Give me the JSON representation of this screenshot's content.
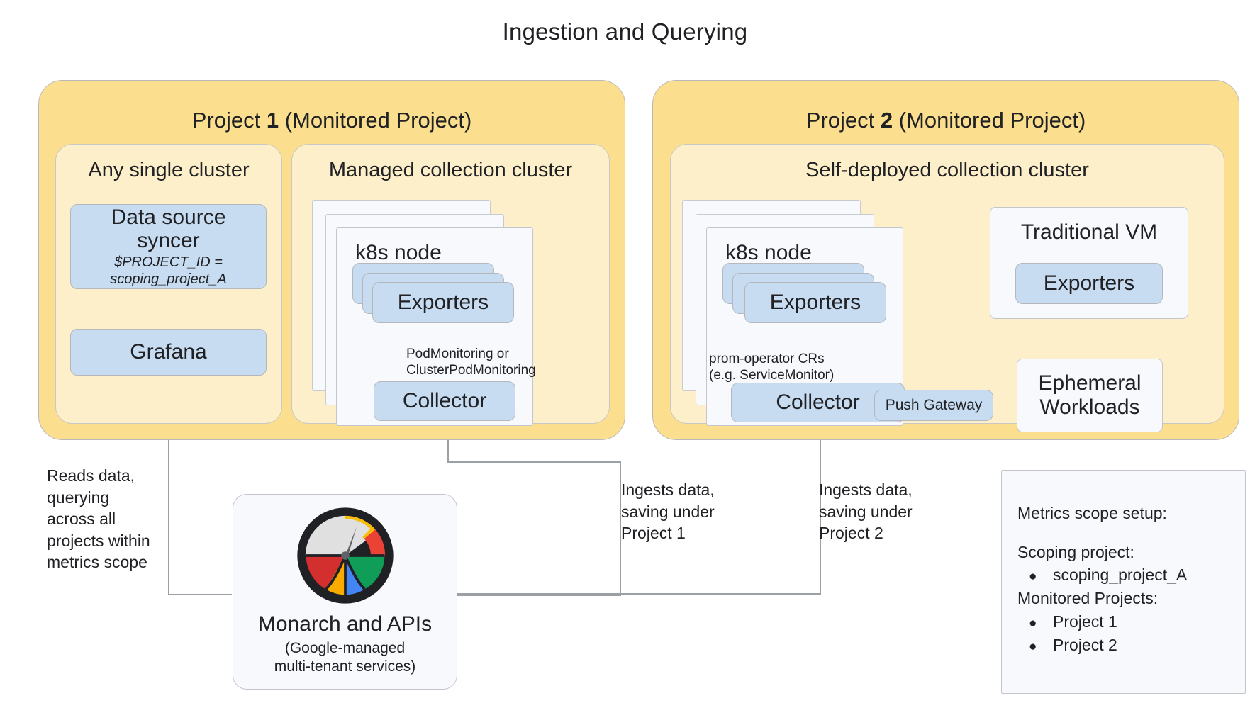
{
  "title": "Ingestion and Querying",
  "projects": [
    {
      "title_prefix": "Project ",
      "number": "1",
      "title_suffix": " (Monitored Project)",
      "clusters": [
        {
          "title": "Any single cluster"
        },
        {
          "title": "Managed collection cluster"
        }
      ]
    },
    {
      "title_prefix": "Project ",
      "number": "2",
      "title_suffix": " (Monitored Project)",
      "clusters": [
        {
          "title": "Self-deployed collection cluster"
        }
      ]
    }
  ],
  "nodes": {
    "data_source_syncer": {
      "label": "Data source\nsyncer",
      "sub": "$PROJECT_ID =\nscoping_project_A"
    },
    "grafana": {
      "label": "Grafana"
    },
    "k8s_node_p1": {
      "label": "k8s node"
    },
    "k8s_node_p2": {
      "label": "k8s node"
    },
    "exporters_p1": {
      "label": "Exporters"
    },
    "exporters_p2": {
      "label": "Exporters"
    },
    "collector_p1": {
      "label": "Collector"
    },
    "collector_p2": {
      "label": "Collector"
    },
    "push_gateway": {
      "label": "Push Gateway"
    },
    "traditional_vm": {
      "label": "Traditional VM"
    },
    "vm_exporters": {
      "label": "Exporters"
    },
    "ephemeral_workloads": {
      "label": "Ephemeral\nWorkloads"
    }
  },
  "edge_labels": {
    "pod_monitoring": "PodMonitoring or\nClusterPodMonitoring",
    "prom_operator": "prom-operator CRs\n(e.g. ServiceMonitor)"
  },
  "flow_labels": {
    "reads": "Reads data,\nquerying\nacross all\nprojects within\nmetrics scope",
    "ingest_p1": "Ingests data,\nsaving under\nProject 1",
    "ingest_p2": "Ingests data,\nsaving under\nProject 2"
  },
  "monarch": {
    "name": "Monarch and APIs",
    "sub": "(Google-managed\nmulti-tenant services)",
    "icon": "gauge-icon"
  },
  "legend": {
    "heading": "Metrics scope setup:",
    "scoping_heading": "Scoping project:",
    "scoping_items": [
      "scoping_project_A"
    ],
    "monitored_heading": "Monitored Projects:",
    "monitored_items": [
      "Project 1",
      "Project 2"
    ],
    "bullet": "●"
  },
  "colors": {
    "project_fill": "#FBDF8E",
    "cluster_fill": "#FDEFC9",
    "component_fill": "#C7DCF1",
    "card_fill": "#F7F9FC",
    "edge_stroke": "#9aa0a6",
    "google_red": "#EA4335",
    "google_yellow": "#FBBC04",
    "google_green": "#34A853",
    "google_blue": "#4285F4",
    "gauge_dark": "#202124",
    "gauge_face": "#E0E0E0"
  }
}
